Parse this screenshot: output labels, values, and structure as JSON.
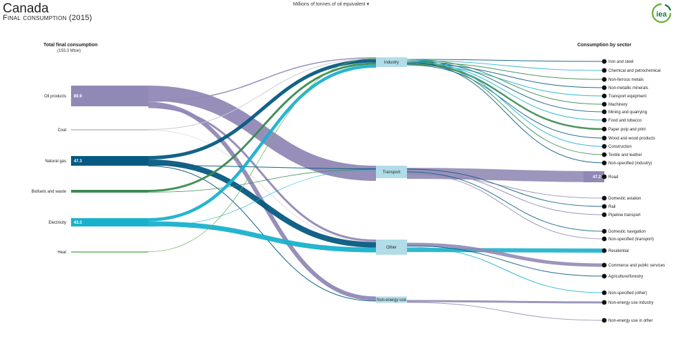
{
  "header": {
    "title": "Canada",
    "subtitle": "Final consumption",
    "year": "(2015)",
    "units": "Millions of tonnes of oil equivalent",
    "logo_text": "iea"
  },
  "columns": {
    "left_title": "Total final consumption",
    "left_total": "(193.3 Mtoe)",
    "right_title": "Consumption by sector"
  },
  "colors": {
    "oil": "#9189b5",
    "coal": "#c9c9d1",
    "gas": "#065a82",
    "biofuel": "#3a8a4f",
    "electricity": "#1ab1cc",
    "heat": "#67b35c",
    "hub": "#a9d8e6",
    "dot": "#111111"
  },
  "chart_data": {
    "type": "sankey",
    "sources": [
      {
        "name": "Oil products",
        "value": 89.9,
        "value_label": "89.9",
        "color": "oil"
      },
      {
        "name": "Coal",
        "value": null,
        "value_label": "",
        "color": "coal"
      },
      {
        "name": "Natural gas",
        "value": 47.3,
        "value_label": "47.3",
        "color": "gas"
      },
      {
        "name": "Biofuels and waste",
        "value": null,
        "value_label": "",
        "color": "biofuel"
      },
      {
        "name": "Electricity",
        "value": 43.3,
        "value_label": "43.3",
        "color": "electricity"
      },
      {
        "name": "Heat",
        "value": null,
        "value_label": "",
        "color": "heat"
      }
    ],
    "hubs": [
      {
        "name": "Industry"
      },
      {
        "name": "Transport"
      },
      {
        "name": "Other"
      },
      {
        "name": "Non-energy use"
      }
    ],
    "sectors": [
      {
        "name": "Iron and steel",
        "hub": "Industry"
      },
      {
        "name": "Chemical and petrochemical",
        "hub": "Industry"
      },
      {
        "name": "Non-ferrous metals",
        "hub": "Industry"
      },
      {
        "name": "Non-metallic minerals",
        "hub": "Industry"
      },
      {
        "name": "Transport equipment",
        "hub": "Industry"
      },
      {
        "name": "Machinery",
        "hub": "Industry"
      },
      {
        "name": "Mining and quarrying",
        "hub": "Industry"
      },
      {
        "name": "Food and tobacco",
        "hub": "Industry"
      },
      {
        "name": "Paper pulp and print",
        "hub": "Industry"
      },
      {
        "name": "Wood and wood products",
        "hub": "Industry"
      },
      {
        "name": "Construction",
        "hub": "Industry"
      },
      {
        "name": "Textile and leather",
        "hub": "Industry"
      },
      {
        "name": "Non-specified (industry)",
        "hub": "Industry"
      },
      {
        "name": "Road",
        "hub": "Transport",
        "value": 47.2,
        "value_label": "47.2"
      },
      {
        "name": "Domestic aviation",
        "hub": "Transport"
      },
      {
        "name": "Rail",
        "hub": "Transport"
      },
      {
        "name": "Pipeline transport",
        "hub": "Transport"
      },
      {
        "name": "Domestic navigation",
        "hub": "Transport"
      },
      {
        "name": "Non-specified (transport)",
        "hub": "Transport"
      },
      {
        "name": "Residential",
        "hub": "Other"
      },
      {
        "name": "Commerce and public services",
        "hub": "Other"
      },
      {
        "name": "Agriculture/forestry",
        "hub": "Other"
      },
      {
        "name": "Non-specified (other)",
        "hub": "Other"
      },
      {
        "name": "Non-energy use industry",
        "hub": "Non-energy use"
      },
      {
        "name": "Non-energy use in other",
        "hub": "Non-energy use"
      }
    ]
  }
}
